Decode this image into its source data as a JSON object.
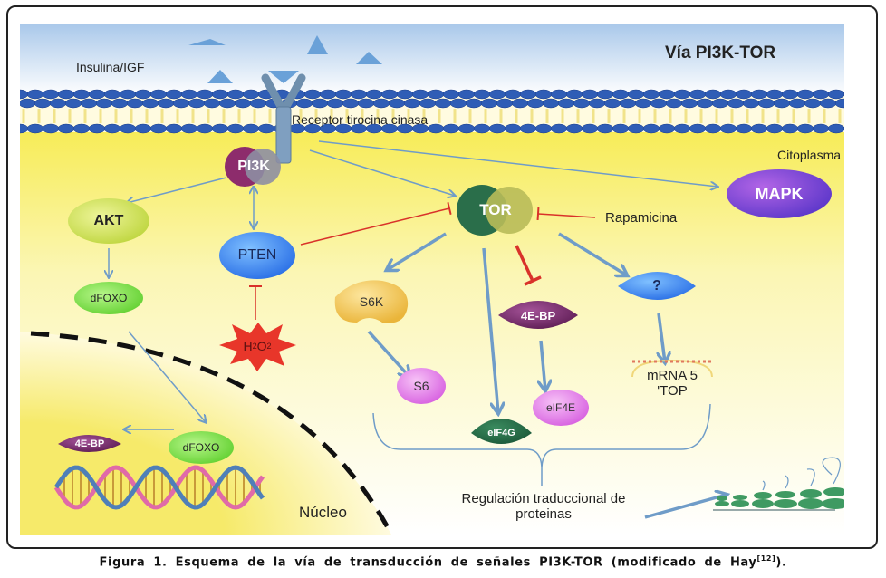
{
  "title": "Vía PI3K-TOR",
  "labels": {
    "ligand": "Insulina/IGF",
    "receptor": "Receptor tirocina cinasa",
    "cytoplasm": "Citoplasma",
    "nucleus": "Núcleo",
    "rapamycin": "Rapamicina",
    "regulation_line1": "Regulación traduccional de",
    "regulation_line2": "proteinas",
    "mrna_line1": "mRNA 5",
    "mrna_line2": "'TOP"
  },
  "nodes": {
    "pi3k": "PI3K",
    "tor": "TOR",
    "mapk": "MAPK",
    "akt": "AKT",
    "pten": "PTEN",
    "dfoxo_cyto": "dFOXO",
    "h2o2": "H2O2",
    "s6k": "S6K",
    "s6": "S6",
    "fourebp": "4E-BP",
    "eif4e": "eIF4E",
    "eif4g": "eIF4G",
    "unknown": "?",
    "fourebp_nucleus": "4E-BP",
    "dfoxo_nucleus": "dFOXO"
  },
  "caption": {
    "text": "Figura 1. Esquema de la vía de transducción de señales PI3K-TOR (modificado de Hay",
    "ref": "[12]",
    "end": ")."
  },
  "colors": {
    "activation_arrow": "#6f9cc8",
    "inhibition": "#d9322a",
    "membrane_head": "#2f5db6",
    "cytoplasm": "#fbf18a",
    "sky": "#a9c8ea"
  }
}
